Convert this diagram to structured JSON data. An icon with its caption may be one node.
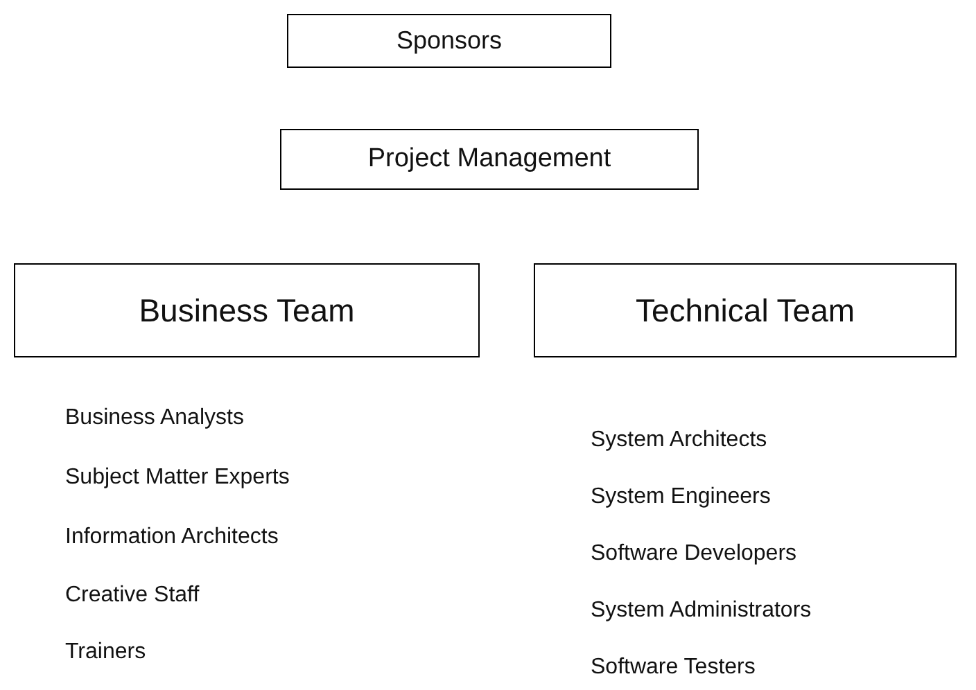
{
  "diagram": {
    "nodes": [
      {
        "text": [
          "Sponsors"
        ]
      },
      {
        "text": [
          "Project Management"
        ]
      },
      {
        "text": [
          "Business Team"
        ]
      },
      {
        "text": [
          "Technical Team"
        ]
      }
    ],
    "labels": [
      "Business Analysts",
      "Subject Matter Experts",
      "Information Architects",
      "Creative Staff",
      "Trainers",
      "System Architects",
      "System Engineers",
      "Software Developers",
      "System Administrators",
      "Software Testers"
    ]
  }
}
